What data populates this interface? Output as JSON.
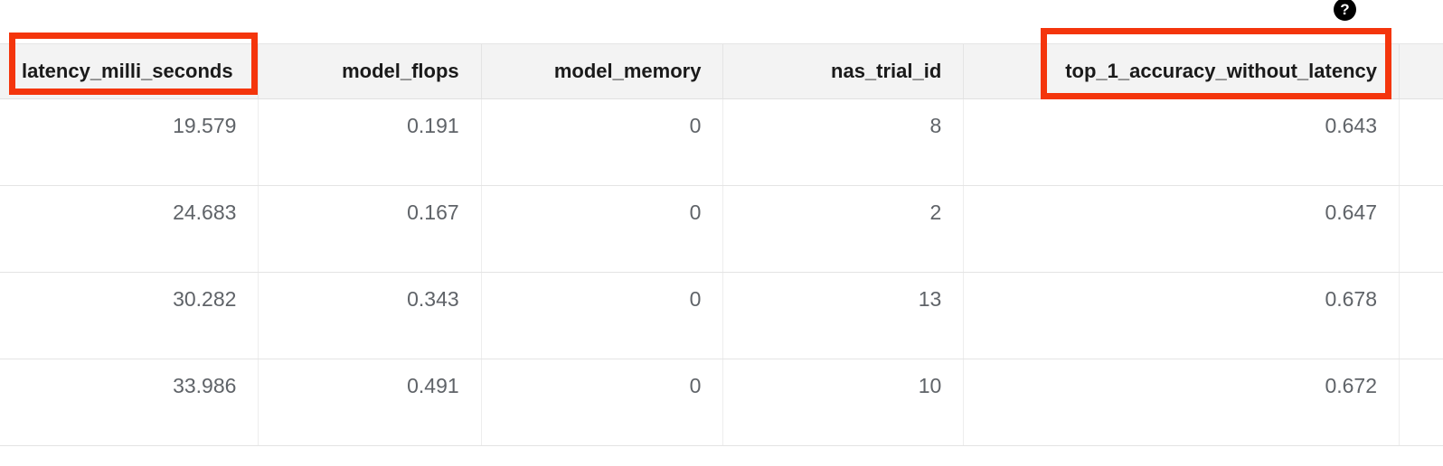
{
  "help": {
    "icon": "help-question-icon",
    "glyph": "?"
  },
  "table": {
    "columns": [
      {
        "key": "latency_milli_seconds",
        "label": "latency_milli_seconds",
        "align": "left"
      },
      {
        "key": "model_flops",
        "label": "model_flops",
        "align": "right"
      },
      {
        "key": "model_memory",
        "label": "model_memory",
        "align": "right"
      },
      {
        "key": "nas_trial_id",
        "label": "nas_trial_id",
        "align": "right"
      },
      {
        "key": "top_1_accuracy_without_latency",
        "label": "top_1_accuracy_without_latency",
        "align": "right"
      }
    ],
    "rows": [
      {
        "latency_milli_seconds": "19.579",
        "model_flops": "0.191",
        "model_memory": "0",
        "nas_trial_id": "8",
        "top_1_accuracy_without_latency": "0.643"
      },
      {
        "latency_milli_seconds": "24.683",
        "model_flops": "0.167",
        "model_memory": "0",
        "nas_trial_id": "2",
        "top_1_accuracy_without_latency": "0.647"
      },
      {
        "latency_milli_seconds": "30.282",
        "model_flops": "0.343",
        "model_memory": "0",
        "nas_trial_id": "13",
        "top_1_accuracy_without_latency": "0.678"
      },
      {
        "latency_milli_seconds": "33.986",
        "model_flops": "0.491",
        "model_memory": "0",
        "nas_trial_id": "10",
        "top_1_accuracy_without_latency": "0.672"
      }
    ]
  },
  "annotations": [
    {
      "name": "highlight-latency-column-header",
      "color": "#f4350c",
      "target": "latency_milli_seconds"
    },
    {
      "name": "highlight-top1-accuracy-column-header",
      "color": "#f4350c",
      "target": "top_1_accuracy_without_latency"
    }
  ]
}
